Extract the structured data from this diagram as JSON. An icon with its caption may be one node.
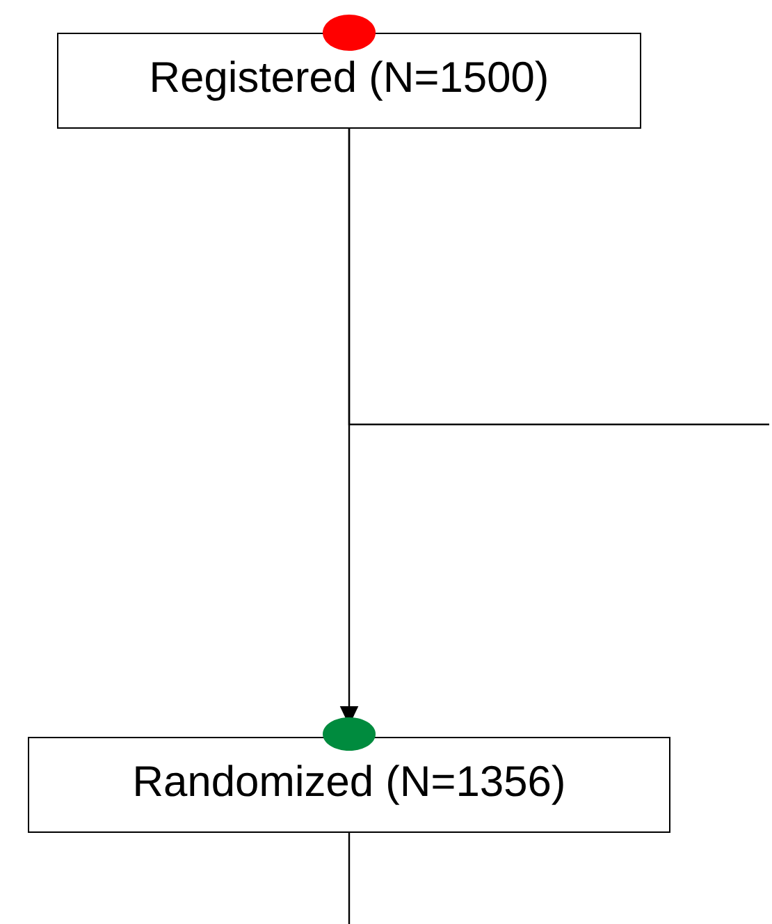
{
  "diagram": {
    "nodes": [
      {
        "text": [
          "Registered (N=1500)"
        ]
      },
      {
        "text": [
          "Randomized (N=1356)"
        ]
      }
    ],
    "edges": [
      {
        "from": 0,
        "to": 1,
        "arrow": "to"
      },
      {
        "from": 0,
        "to": null,
        "arrow": "none"
      },
      {
        "from": 1,
        "to": null,
        "arrow": "none"
      }
    ]
  }
}
